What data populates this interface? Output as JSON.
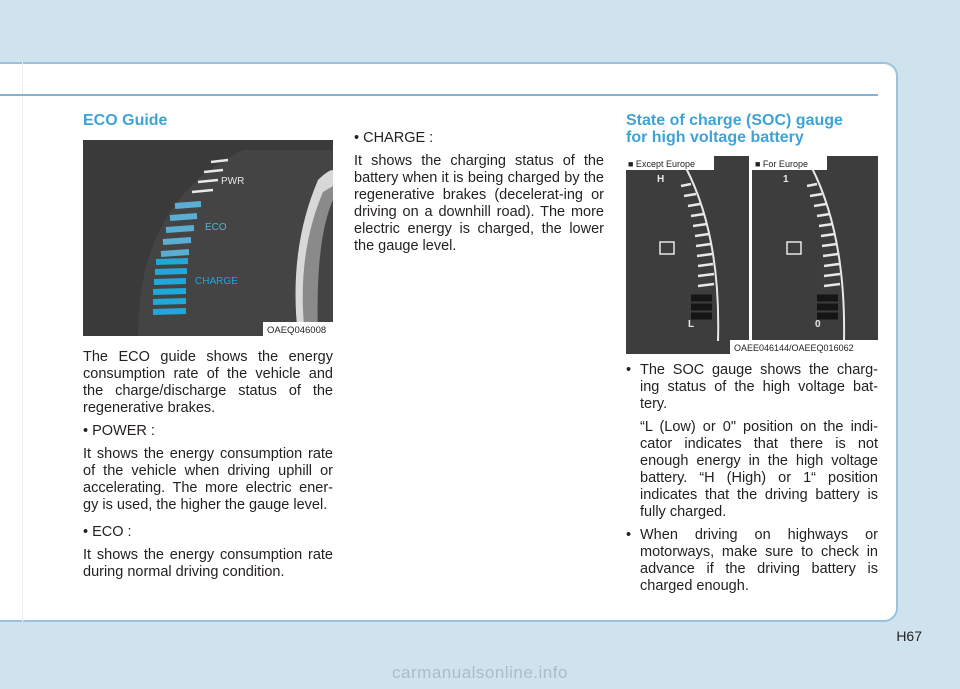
{
  "left": {
    "heading": "ECO Guide",
    "figure_caption": "OAEQ046008",
    "gauge_labels": {
      "pwr": "PWR",
      "eco": "ECO",
      "charge": "CHARGE"
    },
    "intro": "The ECO guide shows the energy consumption rate of the vehicle and the charge/discharge status of the regenerative brakes.",
    "power_label": "• POWER :",
    "power_text": "It shows the energy consumption rate of the vehicle when driving uphill or accelerating. The more electric ener-gy is used, the higher the gauge level.",
    "eco_label": "• ECO :",
    "eco_text": "It shows the energy consumption rate during normal driving condition."
  },
  "middle": {
    "charge_label": "• CHARGE :",
    "charge_text": "It shows the charging status of the battery when it is being charged by the regenerative brakes (decelerat-ing or driving on a downhill road). The more electric energy is charged, the lower the gauge level."
  },
  "right": {
    "heading_line1": "State of charge (SOC) gauge",
    "heading_line2": "for high voltage battery",
    "panel1_label": "■ Except Europe",
    "panel2_label": "■ For Europe",
    "panel1_top": "H",
    "panel1_bottom": "L",
    "panel2_top": "1",
    "panel2_bottom": "0",
    "figure_caption": "OAEE046144/OAEEQ016062",
    "bullet1": "The SOC gauge shows the charg-ing status of the high voltage bat-tery.",
    "bullet1_para2": "“L (Low) or 0\" position on the indi-cator indicates that there is not enough energy in the high voltage battery. “H (High) or 1“ position indicates that the driving battery is fully charged.",
    "bullet2": "When driving on highways or motorways, make sure to check in advance if the driving battery is charged enough."
  },
  "page_number": "H67",
  "watermark": "carmanualsonline.info",
  "colors": {
    "accent": "#3ea3d6",
    "gauge_bg": "#3d3d3d"
  }
}
